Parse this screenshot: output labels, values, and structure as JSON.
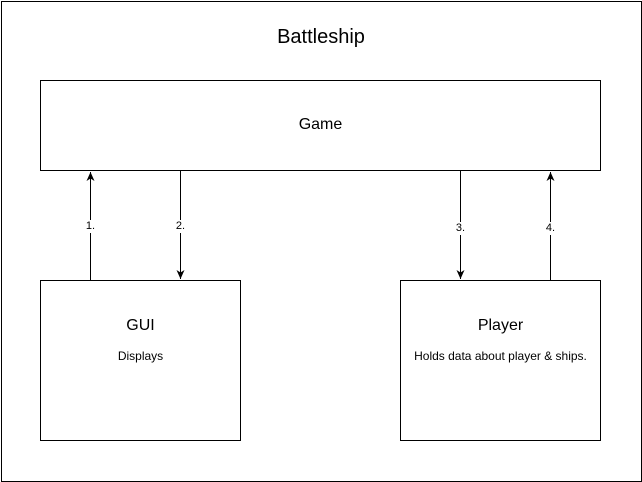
{
  "title": "Battleship",
  "nodes": {
    "game": {
      "label": "Game"
    },
    "gui": {
      "label": "GUI",
      "description": "Displays"
    },
    "player": {
      "label": "Player",
      "description": "Holds data about player & ships."
    }
  },
  "edges": [
    {
      "label": "1.",
      "from": "gui",
      "to": "game"
    },
    {
      "label": "2.",
      "from": "game",
      "to": "gui"
    },
    {
      "label": "3.",
      "from": "game",
      "to": "player"
    },
    {
      "label": "4.",
      "from": "player",
      "to": "game"
    }
  ]
}
